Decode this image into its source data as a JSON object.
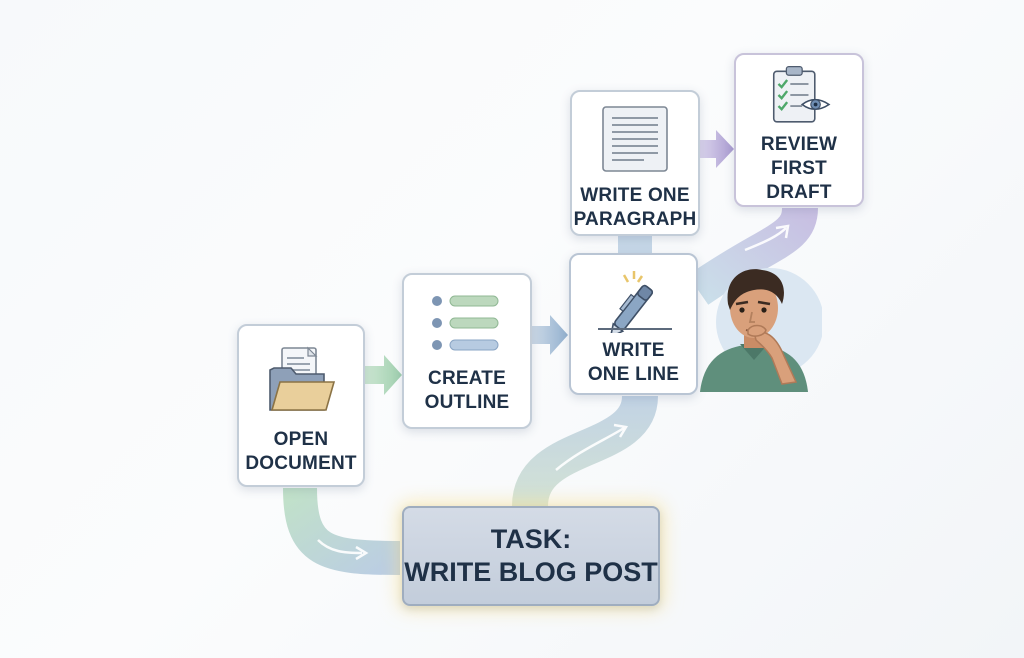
{
  "steps": [
    {
      "id": "open-document",
      "label": "OPEN\nDOCUMENT",
      "icon": "folder-document-icon"
    },
    {
      "id": "create-outline",
      "label": "CREATE\nOUTLINE",
      "icon": "list-outline-icon"
    },
    {
      "id": "write-one-line",
      "label": "WRITE\nONE LINE",
      "icon": "pen-icon"
    },
    {
      "id": "write-paragraph",
      "label": "WRITE ONE\nPARAGRAPH",
      "icon": "paragraph-document-icon"
    },
    {
      "id": "review-draft",
      "label": "REVIEW\nFIRST DRAFT",
      "icon": "clipboard-review-icon"
    }
  ],
  "task": {
    "label": "TASK:\nWRITE BLOG POST"
  },
  "person": {
    "icon": "thinking-person-icon"
  },
  "colors": {
    "box_border": "#c3cdd8",
    "text": "#1f3147",
    "flow_green": "#a9d3b4",
    "flow_blue": "#a9c4dc",
    "flow_purple": "#b9aed8",
    "task_fill": "#c9d2df",
    "task_glow": "#f7e2a0"
  }
}
